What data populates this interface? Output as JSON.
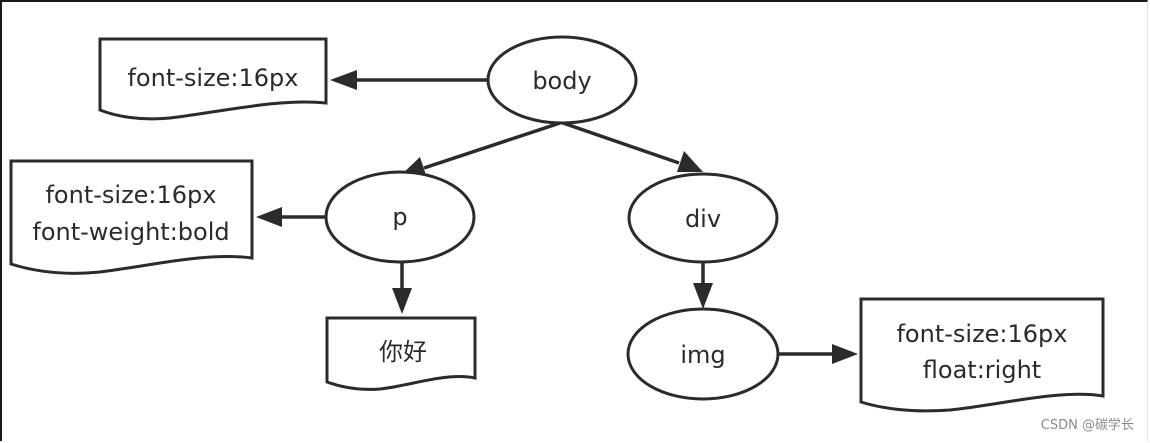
{
  "diagram": {
    "nodes": {
      "body": "body",
      "p": "p",
      "div": "div",
      "img": "img"
    },
    "notes": {
      "body_style": [
        "font-size:16px"
      ],
      "p_style": [
        "font-size:16px",
        "font-weight:bold"
      ],
      "p_text": [
        "你好"
      ],
      "img_style": [
        "font-size:16px",
        "float:right"
      ]
    }
  },
  "watermark": "CSDN @碳学长"
}
